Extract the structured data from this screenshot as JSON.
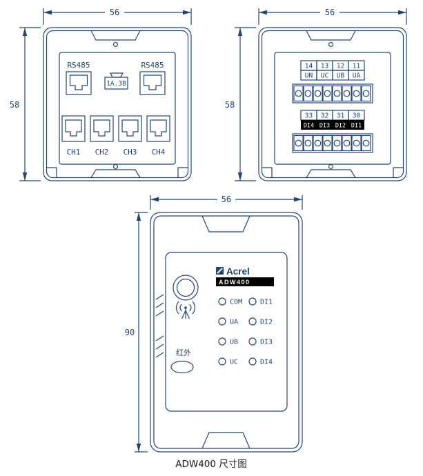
{
  "caption": "ADW400 尺寸图",
  "colors": {
    "line": "#24446f",
    "dark_fill": "#000000",
    "white": "#ffffff",
    "caption_text": "#1a1a1a"
  },
  "front_view": {
    "dim_width": "56",
    "dim_height": "58",
    "rs485_left": "RS485",
    "rs485_right": "RS485",
    "sim_label": "1A.3B",
    "channels": [
      "CH1",
      "CH2",
      "CH3",
      "CH4"
    ]
  },
  "back_view": {
    "dim_width": "56",
    "dim_height": "58",
    "top_block": {
      "numbers": [
        "14",
        "13",
        "12",
        "11"
      ],
      "labels": [
        "UN",
        "UC",
        "UB",
        "UA"
      ]
    },
    "bottom_block": {
      "numbers": [
        "33",
        "32",
        "31",
        "30"
      ],
      "labels": [
        "DI4",
        "DI3",
        "DI2",
        "DI1"
      ]
    }
  },
  "panel_view": {
    "dim_width": "56",
    "dim_height": "90",
    "brand": "Acrel",
    "model": "ADW400",
    "infrared": "红外",
    "leds_left": [
      "COM",
      "UA",
      "UB",
      "UC"
    ],
    "leds_right": [
      "DI1",
      "DI2",
      "DI3",
      "DI4"
    ]
  }
}
